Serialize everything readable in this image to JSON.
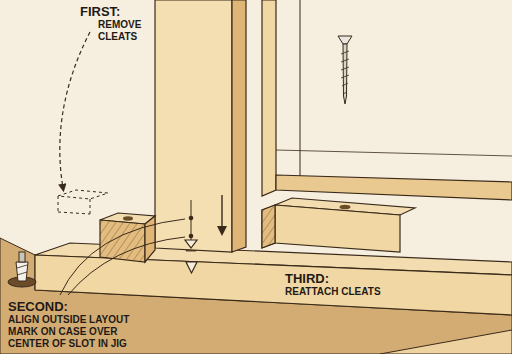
{
  "diagram": {
    "labels": [
      "FIRST:",
      "REMOVE CLEATS",
      "SECOND:",
      "ALIGN OUTSIDE LAYOUT MARK ON CASE OVER CENTER OF SLOT IN JIG",
      "THIRD:",
      "REATTACH CLEATS"
    ]
  }
}
